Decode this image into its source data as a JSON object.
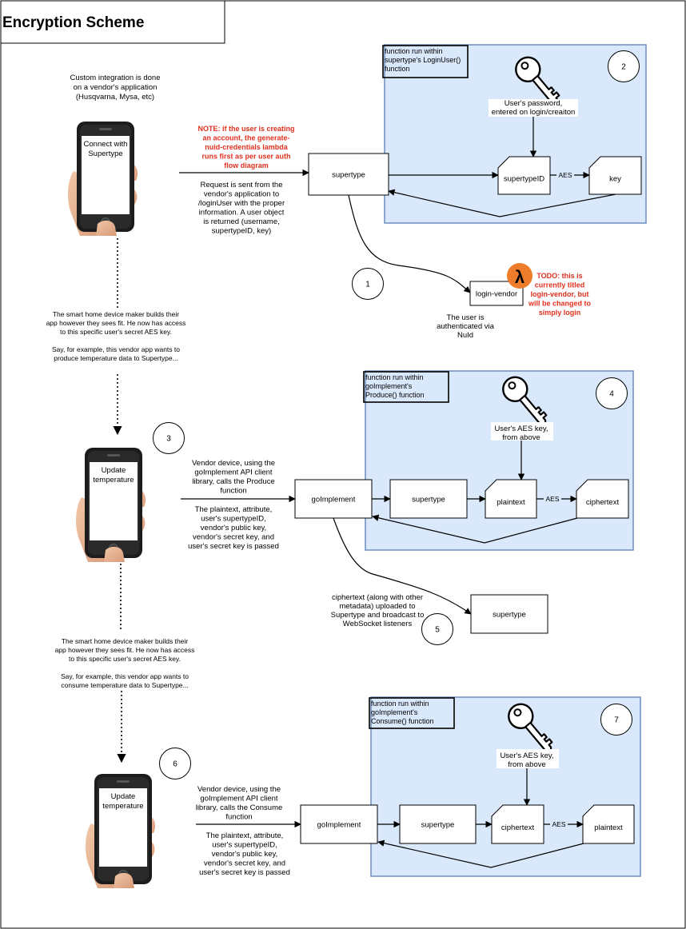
{
  "title": "Encryption Scheme",
  "colors": {
    "panel_fill": "#dae8fc",
    "panel_stroke": "#6c8ebf",
    "note_red": "#e0301e",
    "lambda_orange": "#ed7d2b"
  },
  "icons": {
    "key": "key-icon",
    "phone": "smartphone-icon",
    "lambda": "aws-lambda-icon"
  },
  "sections": [
    {
      "intro": [
        "Custom integration is done",
        "on a vendor's application",
        "(Husqvarna, Mysa, etc)"
      ],
      "phone_label": [
        "Connect with",
        "Supertype"
      ],
      "note": [
        "NOTE: if the user is creating",
        "an account, the generate-",
        "nuid-credentials lambda",
        "runs first as per user auth",
        "flow diagram"
      ],
      "request_text": [
        "Request is sent from the",
        "vendor's application to",
        "/loginUser with the proper",
        "information. A user object",
        "is returned (username,",
        "supertypeID, key)"
      ],
      "main_node": "supertype",
      "panel_title": [
        "function run within",
        "supertype's LoginUser()",
        "function"
      ],
      "step_panel": "2",
      "input_label": [
        "User's password,",
        "entered on login/creaiton"
      ],
      "cipher_label": "AES",
      "nodes": [
        "supertypeID",
        "key"
      ],
      "step_below": "1",
      "below_node": "login-vendor",
      "below_caption": [
        "The user is",
        "authenticated via",
        "NuId"
      ],
      "todo": [
        "TODO: this is",
        "currently titled",
        "login-vendor, but",
        "will be changed to",
        "simply login"
      ]
    },
    {
      "transition": [
        "The smart home device maker builds their",
        "app however they sees fit. He now has access",
        "to this specific user's secret AES key.",
        "",
        "Say, for example, this vendor app wants to",
        "produce temperature data to Supertype..."
      ],
      "step_phone": "3",
      "phone_label": [
        "Update",
        "temperature"
      ],
      "call_text": [
        "Vendor device, using the",
        "goImplement API client",
        "library, calls the Produce",
        "function"
      ],
      "passed_text": [
        "The plaintext, attribute,",
        "user's supertypeID,",
        "vendor's public key,",
        "vendor's secret key, and",
        "user's secret key is passed"
      ],
      "main_node": "goImplement",
      "panel_title": [
        "function run within",
        "goImplement's",
        "Produce() function"
      ],
      "step_panel": "4",
      "input_label": [
        "User's AES key,",
        "from above"
      ],
      "cipher_label": "AES",
      "nodes": [
        "supertype",
        "plaintext",
        "ciphertext"
      ],
      "upload_text": [
        "ciphertext (along with other",
        "metadata) uploaded to",
        "Supertype and broadcast to",
        "WebSocket listeners"
      ],
      "step_below": "5",
      "below_node": "supertype"
    },
    {
      "transition": [
        "The smart home device maker builds their",
        "app however they sees fit. He now has access",
        "to this specific user's secret AES key.",
        "",
        "Say, for example, this vendor app wants to",
        "consume temperature data to Supertype..."
      ],
      "step_phone": "6",
      "phone_label": [
        "Update",
        "temperature"
      ],
      "call_text": [
        "Vendor device, using the",
        "goImplement API client",
        "library, calls the Consume",
        "function"
      ],
      "passed_text": [
        "The plaintext, attribute,",
        "user's supertypeID,",
        "vendor's public key,",
        "vendor's secret key, and",
        "user's secret key is passed"
      ],
      "main_node": "goImplement",
      "panel_title": [
        "function run within",
        "goImplement's",
        "Consume() function"
      ],
      "step_panel": "7",
      "input_label": [
        "User's AES key,",
        "from above"
      ],
      "cipher_label": "AES",
      "nodes": [
        "supertype",
        "ciphertext",
        "plaintext"
      ]
    }
  ]
}
